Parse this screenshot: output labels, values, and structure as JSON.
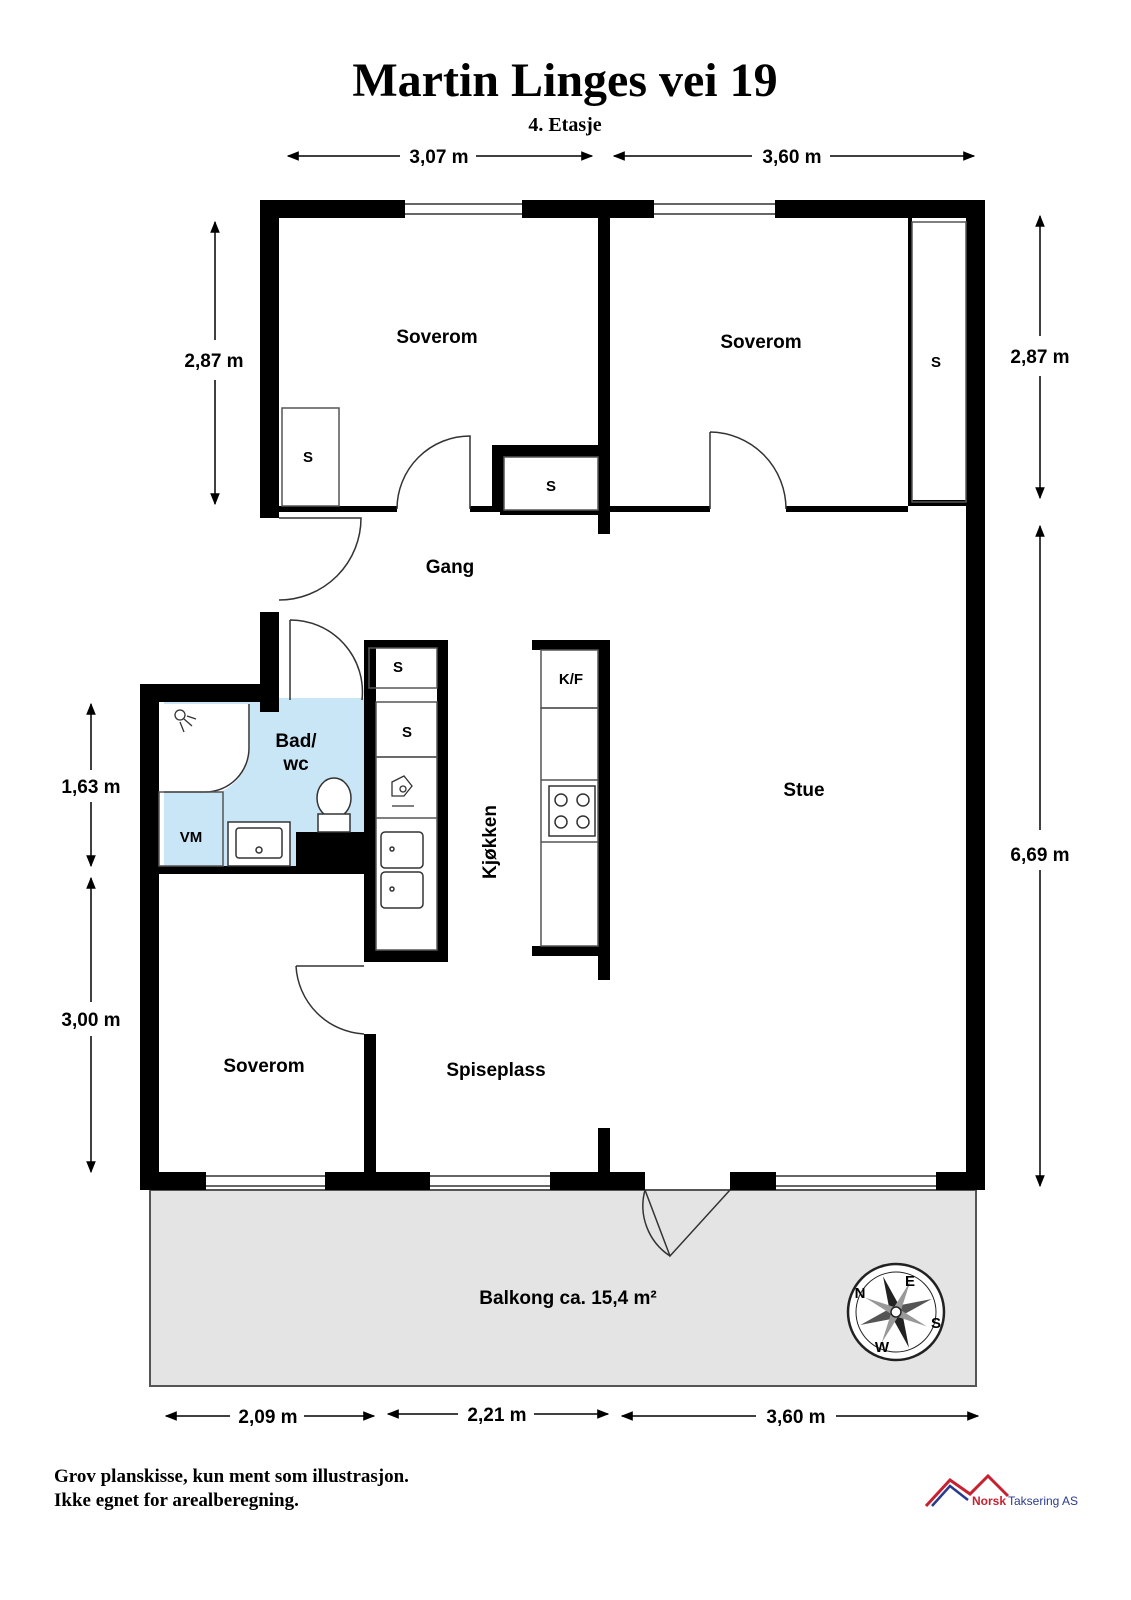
{
  "title": "Martin Linges vei 19",
  "subtitle": "4. Etasje",
  "dimensions": {
    "top_left": "3,07 m",
    "top_right": "3,60 m",
    "left_upper": "2,87 m",
    "right_upper": "2,87 m",
    "left_middle": "1,63 m",
    "left_lower": "3,00 m",
    "right_lower": "6,69 m",
    "bottom_left": "2,09 m",
    "bottom_middle": "2,21 m",
    "bottom_right": "3,60 m"
  },
  "rooms": {
    "bedroom_1": "Soverom",
    "bedroom_2": "Soverom",
    "bedroom_3": "Soverom",
    "hallway": "Gang",
    "bathroom_line1": "Bad/",
    "bathroom_line2": "wc",
    "kitchen": "Kjøkken",
    "living": "Stue",
    "dining": "Spiseplass",
    "balcony": "Balkong ca. 15,4 m²"
  },
  "fixtures": {
    "storage": "S",
    "fridge_freezer": "K/F",
    "washing_machine": "VM"
  },
  "compass": {
    "n": "N",
    "e": "E",
    "s": "S",
    "w": "W"
  },
  "footer": {
    "line1": "Grov planskisse, kun ment som illustrasjon.",
    "line2": "Ikke egnet for arealberegning."
  },
  "logo": {
    "brand": "Norsk",
    "rest": "Taksering AS"
  },
  "colors": {
    "wall": "#000000",
    "bathroom": "#c9e6f7",
    "balcony": "#e4e4e4",
    "logo_red": "#c8202f",
    "logo_blue": "#2b3a8c"
  }
}
